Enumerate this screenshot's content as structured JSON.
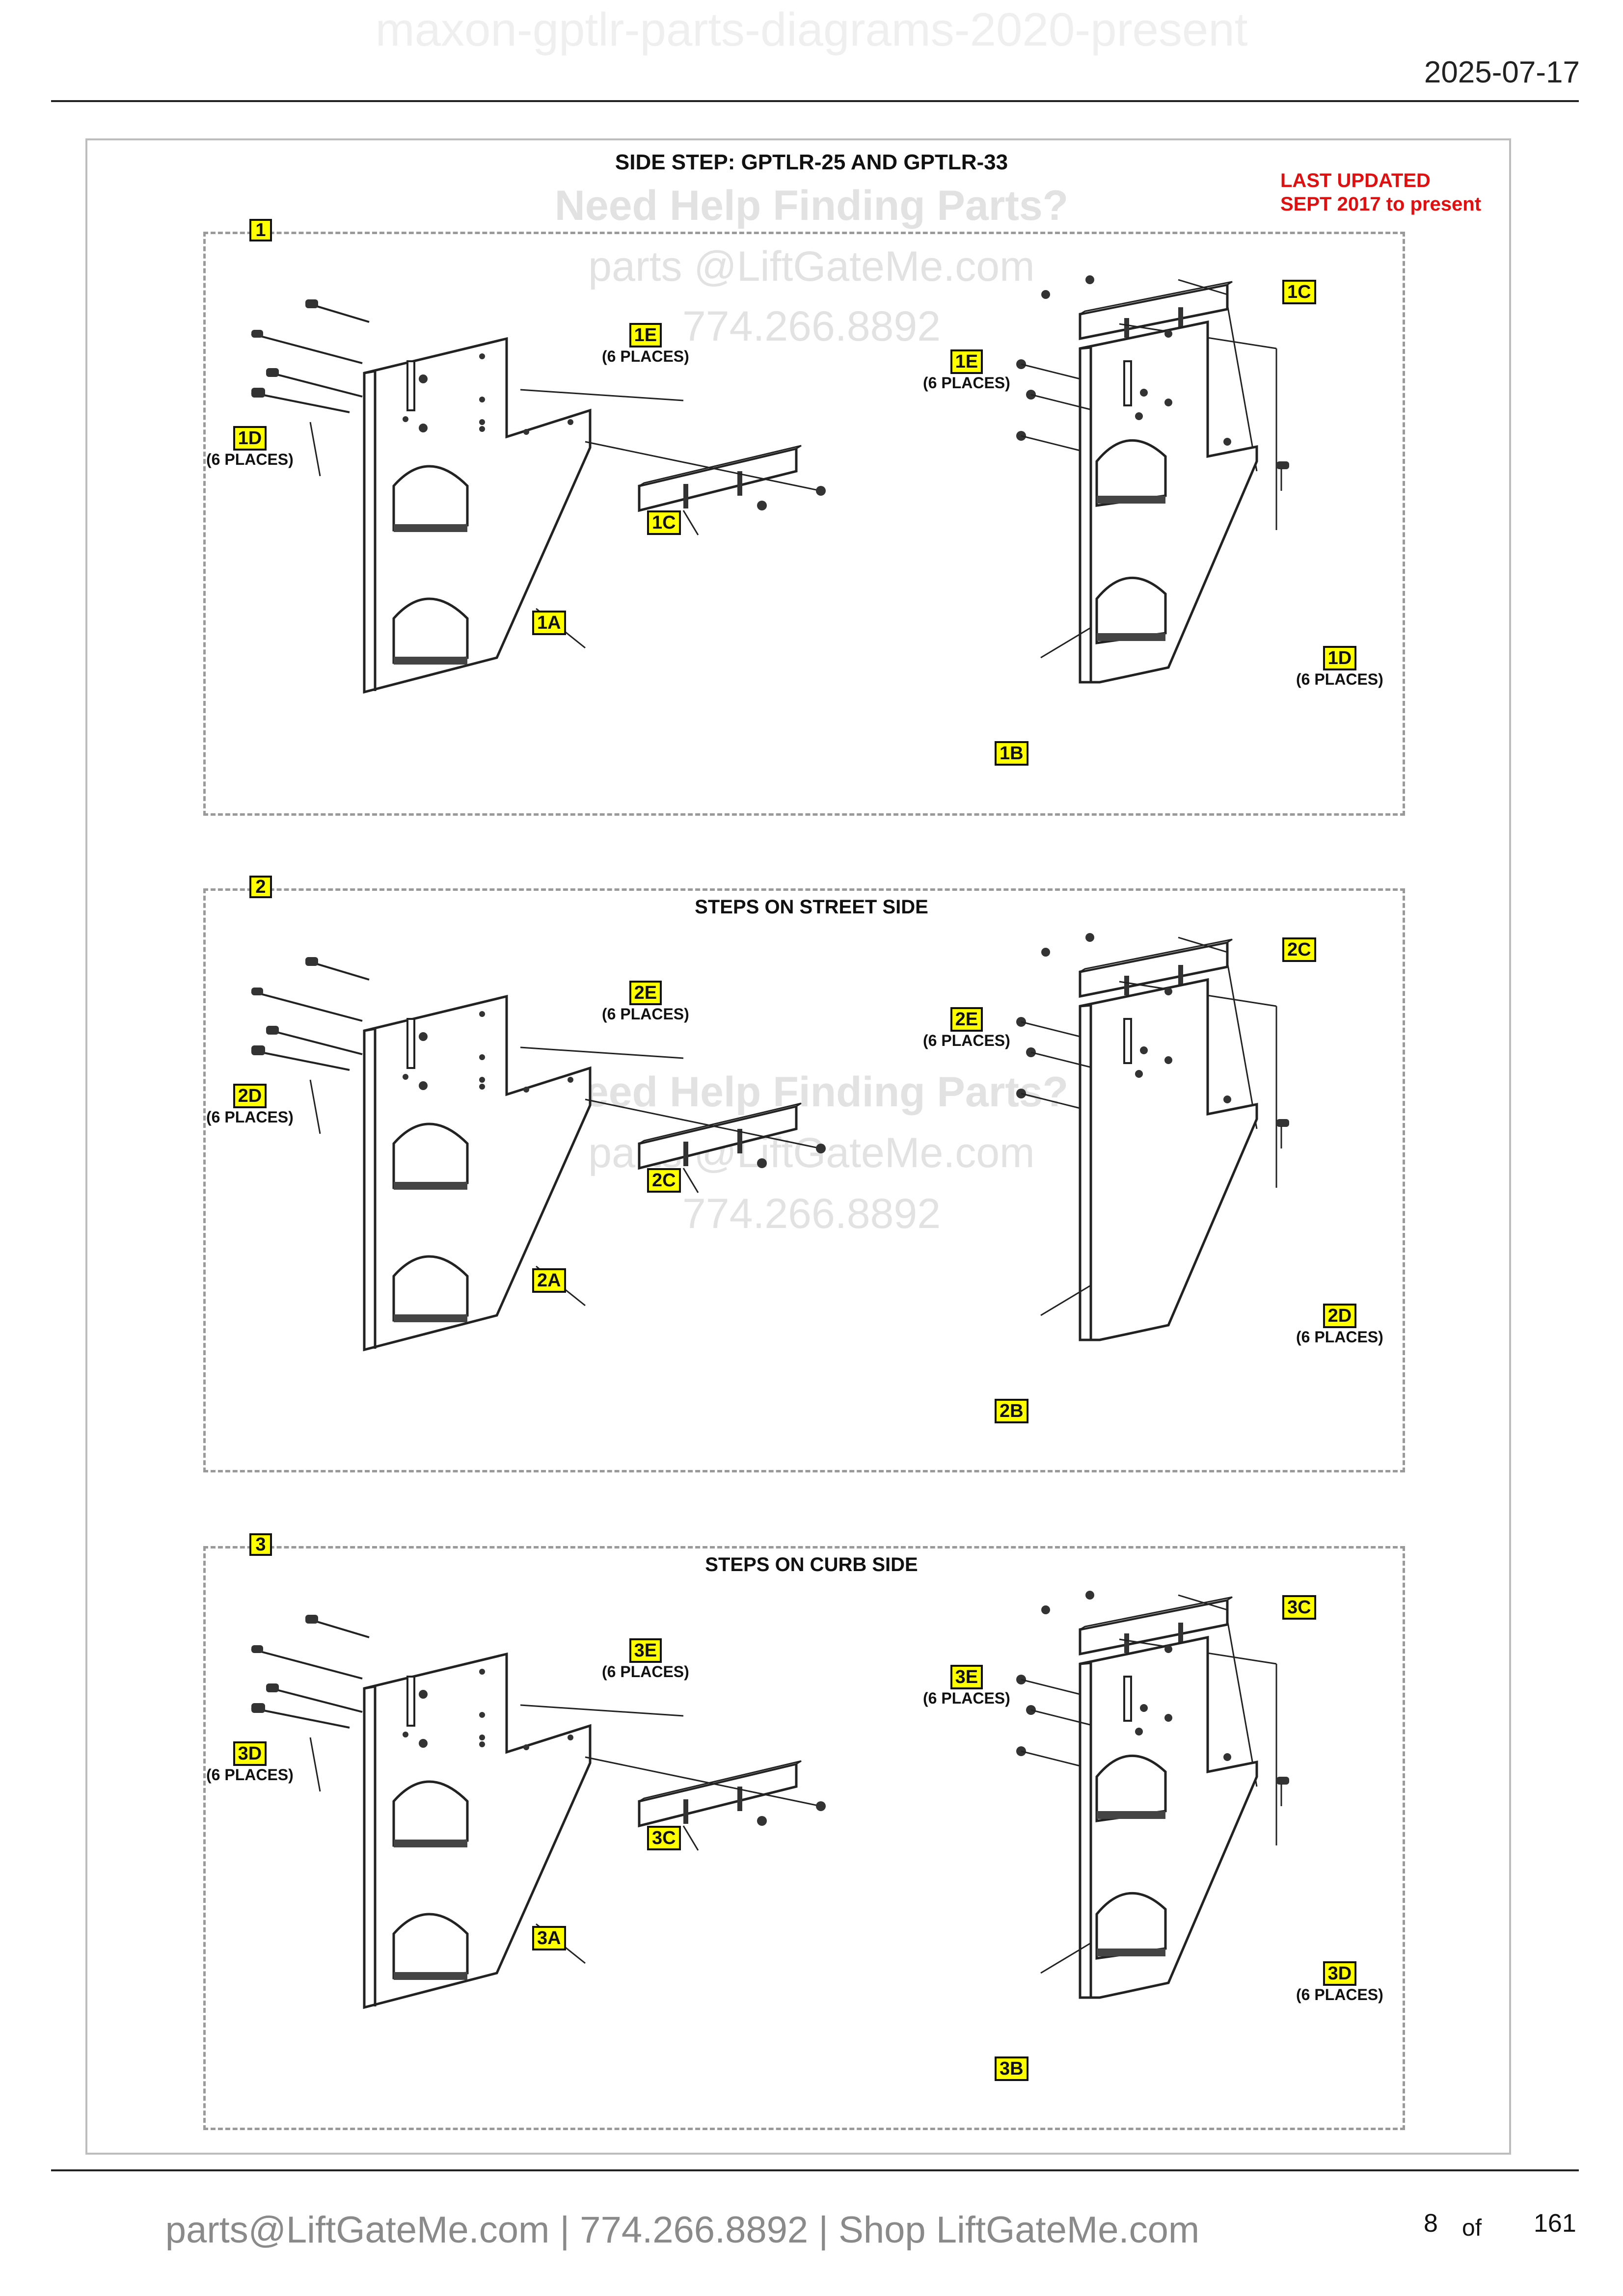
{
  "header": {
    "doc_title": "maxon-gptlr-parts-diagrams-2020-present",
    "date": "2025-07-17"
  },
  "diagram": {
    "main_title": "SIDE STEP: GPTLR-25 AND GPTLR-33",
    "last_updated_line1": "LAST UPDATED",
    "last_updated_line2": "SEPT 2017 to present",
    "watermark": {
      "line1": "Need Help Finding Parts?",
      "line2": "parts @LiftGateMe.com",
      "line3": "774.266.8892"
    },
    "places_note": "(6 PLACES)",
    "sections": [
      {
        "number": "1",
        "subtitle": "",
        "labels": {
          "a": "1A",
          "b": "1B",
          "c": "1C",
          "d": "1D",
          "e": "1E"
        }
      },
      {
        "number": "2",
        "subtitle": "STEPS ON STREET SIDE",
        "labels": {
          "a": "2A",
          "b": "2B",
          "c": "2C",
          "d": "2D",
          "e": "2E"
        }
      },
      {
        "number": "3",
        "subtitle": "STEPS ON CURB SIDE",
        "labels": {
          "a": "3A",
          "b": "3B",
          "c": "3C",
          "d": "3D",
          "e": "3E"
        }
      }
    ]
  },
  "footer": {
    "contact": "parts@LiftGateMe.com | 774.266.8892 | Shop LiftGateMe.com",
    "page_current": "8",
    "page_of": "of",
    "page_total": "161"
  }
}
